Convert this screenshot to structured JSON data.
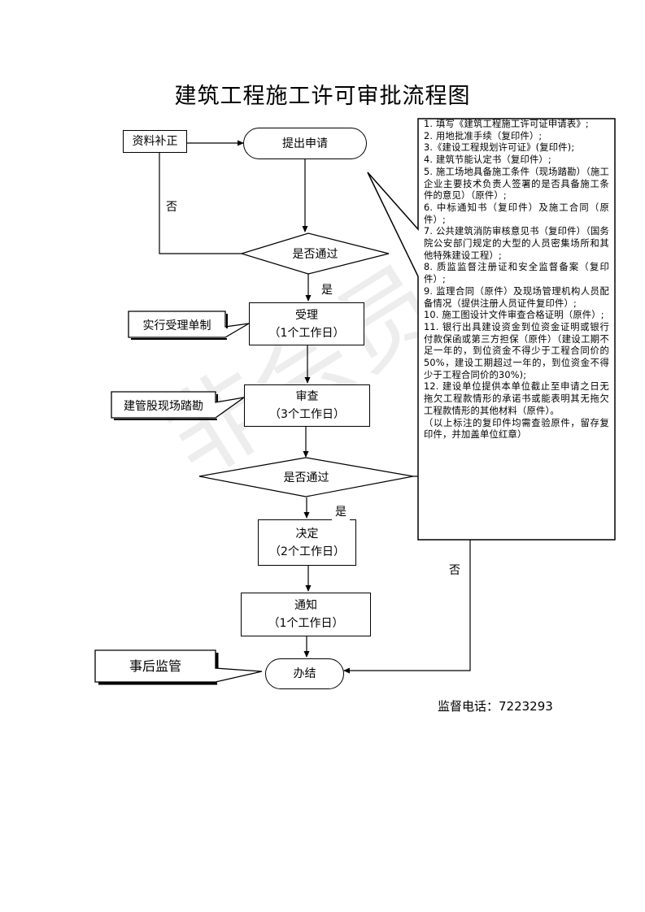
{
  "title": "建筑工程施工许可审批流程图",
  "watermark": "非会员水印",
  "nodes": {
    "supplement": "资料补正",
    "apply": "提出申请",
    "check1": "是否通过",
    "accept": {
      "name": "受理",
      "time": "（1个工作日）"
    },
    "review": {
      "name": "审查",
      "time": "（3个工作日）"
    },
    "check2": "是否通过",
    "decide": {
      "name": "决定",
      "time": "（2个工作日）"
    },
    "notify": {
      "name": "通知",
      "time": "（1个工作日）"
    },
    "finish": "办结"
  },
  "callouts": {
    "accept": "实行受理单制",
    "review": "建管股现场踏勘",
    "finish": "事后监管"
  },
  "edge_labels": {
    "no_left": "否",
    "yes1": "是",
    "yes2": "是",
    "no_right": "否"
  },
  "documents": [
    "1. 填写《建筑工程施工许可证申请表》;",
    "2. 用地批准手续（复印件）;",
    "3.《建设工程规划许可证》(复印件);",
    "4. 建筑节能认定书（复印件）;",
    "5. 施工场地具备施工条件（现场踏勘）（施工企业主要技术负责人签署的是否具备施工条件的意见）（原件）;",
    "6. 中标通知书（复印件）及施工合同（原件）;",
    "7. 公共建筑消防审核意见书（复印件）（国务院公安部门规定的大型的人员密集场所和其他特殊建设工程）;",
    "8. 质监监督注册证和安全监督备案（复印件）;",
    "9. 监理合同（原件）及现场管理机构人员配备情况（提供注册人员证件复印件）;",
    "10. 施工图设计文件审查合格证明（原件）;",
    "11. 银行出具建设资金到位资金证明或银行付款保函或第三方担保（原件）（建设工期不足一年的，到位资金不得少于工程合同价的50%，建设工期超过一年的，到位资金不得少于工程合同价的30%);",
    "12. 建设单位提供本单位截止至申请之日无拖欠工程款情形的承诺书或能表明其无拖欠工程款情形的其他材料（原件）。",
    "（以上标注的复印件均需查验原件，留存复印件，并加盖单位红章）"
  ],
  "phone": "监督电话：7223293"
}
